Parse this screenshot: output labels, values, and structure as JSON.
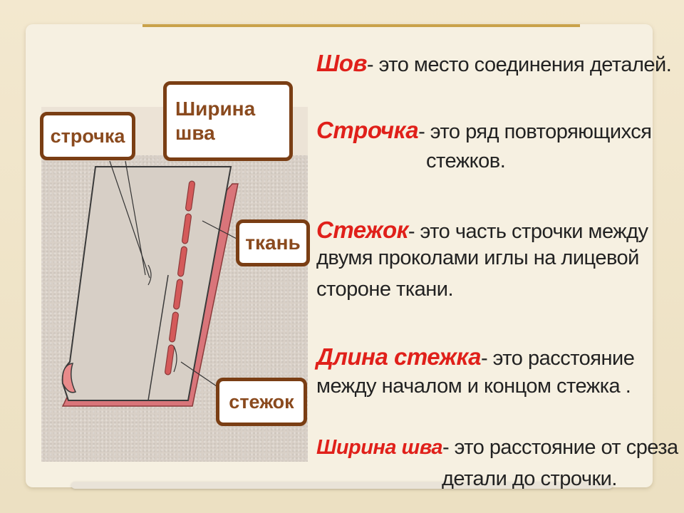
{
  "labels": {
    "strochka": "строчка",
    "shirina_line1": "Ширина",
    "shirina_line2": "шва",
    "tkan": "ткань",
    "stezhok": "стежок"
  },
  "definitions": {
    "shov": {
      "term": "Шов",
      "text": "- это место соединения деталей."
    },
    "strochka": {
      "term": "Строчка",
      "text": "- это ряд повторяющихся",
      "text2": "стежков."
    },
    "stezhok": {
      "term": "Стежок",
      "text": "- это часть строчки между",
      "text2": "двумя проколами иглы на лицевой",
      "text3": "стороне ткани."
    },
    "dlina": {
      "term": "Длина стежка",
      "text": "- это расстояние",
      "text2": "между началом и концом стежка ."
    },
    "shirina": {
      "term": "Ширина шва",
      "text": "- это расстояние от среза",
      "text2": "детали до строчки."
    }
  },
  "colors": {
    "term": "#e0201a",
    "label_border": "#7a3e14",
    "label_text": "#8a4a1e",
    "stitch": "#d45a5a"
  }
}
